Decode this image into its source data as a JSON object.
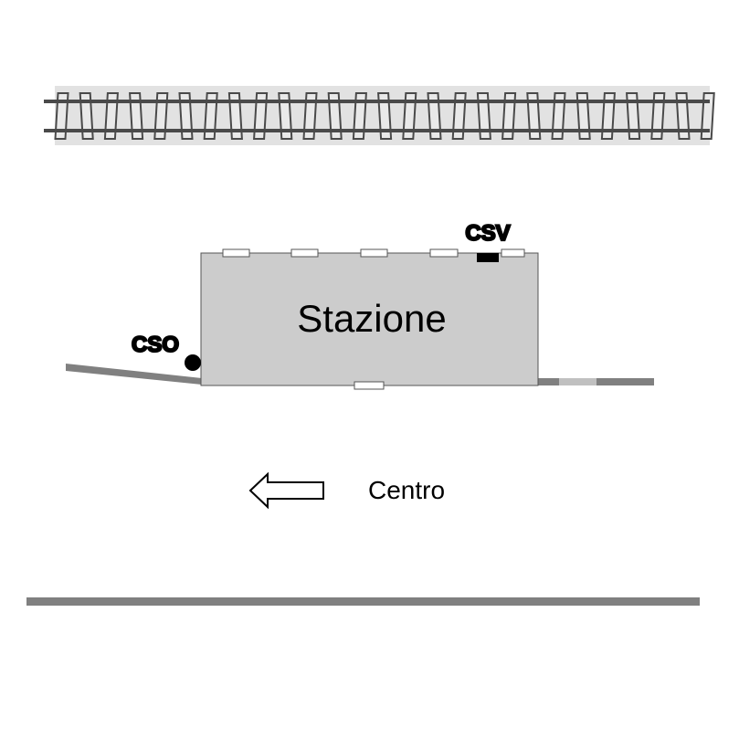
{
  "diagram": {
    "station_label": "Stazione",
    "marker_cso": "CSO",
    "marker_csv": "CSV",
    "direction_label": "Centro"
  },
  "icons": {
    "railway": "railway-track-icon",
    "arrow": "left-arrow-icon",
    "cso_marker": "circle-marker-icon",
    "csv_marker": "square-marker-icon"
  },
  "colors": {
    "track_bed": "#e2e2e2",
    "rail": "#4a4a4a",
    "road": "#7f7f7f",
    "building_fill": "#cccccc",
    "building_stroke": "#555555",
    "marker": "#000000"
  }
}
